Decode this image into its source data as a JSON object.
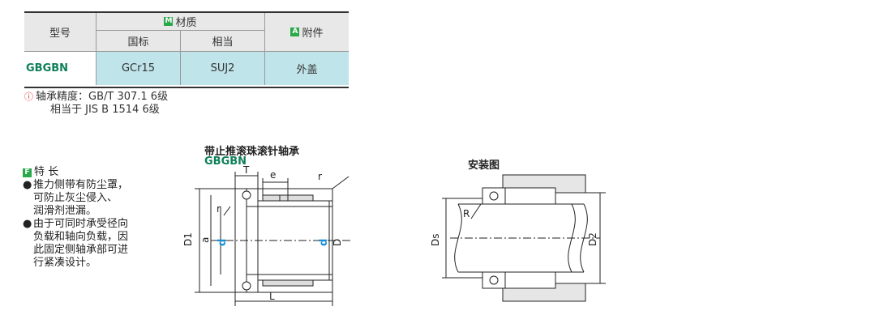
{
  "table": {
    "model_header": "型号",
    "material_tag": "M",
    "material_header": "材质",
    "material_sub": [
      "国标",
      "相当"
    ],
    "accessory_tag": "A",
    "accessory_header": "附件",
    "row": {
      "model": "GBGBN",
      "gb": "GCr15",
      "equiv": "SUJ2",
      "accessory": "外盖"
    }
  },
  "notes": {
    "icon": "warning-circle-icon",
    "line1": "轴承精度：GB/T 307.1  6级",
    "line2": "相当于   JIS B 1514  6级"
  },
  "features": {
    "tag": "F",
    "title": "特 长",
    "items": [
      [
        "推力侧带有防尘罩，",
        "可防止灰尘侵入、",
        "润滑剂泄漏。"
      ],
      [
        "由于可同时承受径向",
        "负载和轴向负载，因",
        "此固定侧轴承部可进",
        "行紧凑设计。"
      ]
    ]
  },
  "diagram1": {
    "title": "带止推滚珠滚针轴承",
    "code": "GBGBN",
    "labels": {
      "T": "T",
      "e": "e",
      "r1": "r",
      "r2": "r",
      "D1": "D1",
      "a": "a",
      "d1": "d",
      "d2": "d",
      "D": "D",
      "L": "L"
    }
  },
  "diagram2": {
    "title": "安装图",
    "labels": {
      "R": "R",
      "Ds": "Ds",
      "D2": "D2"
    }
  },
  "colors": {
    "accent_green": "#2aa84a",
    "model_green": "#0d7f5a",
    "row_blue": "#bfe4ea",
    "dim_blue": "#1a8fd8",
    "warn_red": "#e2231a"
  }
}
